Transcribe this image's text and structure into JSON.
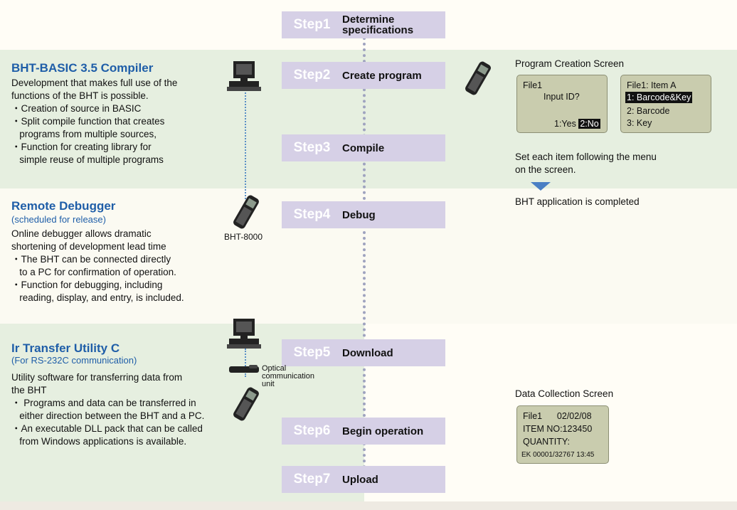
{
  "steps": [
    {
      "num": "Step1",
      "label_lines": [
        "Determine",
        "specifications"
      ]
    },
    {
      "num": "Step2",
      "label_lines": [
        "Create program"
      ]
    },
    {
      "num": "Step3",
      "label_lines": [
        "Compile"
      ]
    },
    {
      "num": "Step4",
      "label_lines": [
        "Debug"
      ]
    },
    {
      "num": "Step5",
      "label_lines": [
        "Download"
      ]
    },
    {
      "num": "Step6",
      "label_lines": [
        "Begin operation"
      ]
    },
    {
      "num": "Step7",
      "label_lines": [
        "Upload"
      ]
    }
  ],
  "compiler": {
    "title": "BHT-BASIC 3.5 Compiler",
    "lines": [
      "Development that makes full use of the",
      "functions of the BHT is possible.",
      "・Creation of source in BASIC",
      "・Split compile function that creates",
      "   programs from multiple sources,",
      "・Function for creating library for",
      "   simple reuse of multiple programs"
    ]
  },
  "debugger": {
    "title": "Remote Debugger",
    "subtitle": "(scheduled for release)",
    "lines": [
      "Online debugger allows dramatic",
      "shortening of development lead time",
      "・The BHT can be connected directly",
      "   to a PC for confirmation of operation.",
      "・Function for debugging, including",
      "   reading, display, and entry, is included."
    ],
    "device_label": "BHT-8000"
  },
  "ir": {
    "title": "Ir Transfer Utility C",
    "subtitle": "(For RS-232C communication)",
    "lines": [
      "Utility software for transferring data from",
      "the BHT",
      "・ Programs and data can be transferred in",
      "   either direction between the BHT and a PC.",
      "・An executable DLL pack that can be called",
      "   from Windows applications is available."
    ],
    "optical_label": [
      "Optical",
      "communication",
      "unit"
    ]
  },
  "program_screen": {
    "heading": "Program Creation Screen",
    "lcd1": {
      "line1": "File1",
      "line2": "Input ID?",
      "yes": "1:Yes",
      "no": "2:No"
    },
    "lcd2": {
      "line1": "File1:  Item A",
      "line2": "1: Barcode&Key",
      "line3": "2: Barcode",
      "line4": "3: Key"
    },
    "instruction_lines": [
      "Set each item following the menu",
      "on the screen."
    ],
    "completed": "BHT application is completed"
  },
  "data_screen": {
    "heading": "Data Collection Screen",
    "lines": [
      "File1      02/02/08",
      "ITEM NO:123450",
      "QUANTITY:",
      "EK 00001/32767 13:45"
    ]
  },
  "colors": {
    "accent": "#1f5ea8",
    "step_box": "#d6d0e6",
    "green_band": "#e6efe0",
    "lcd": "#c9ccae"
  },
  "icons": [
    "computer-icon",
    "handheld-terminal-icon",
    "optical-unit-icon"
  ]
}
